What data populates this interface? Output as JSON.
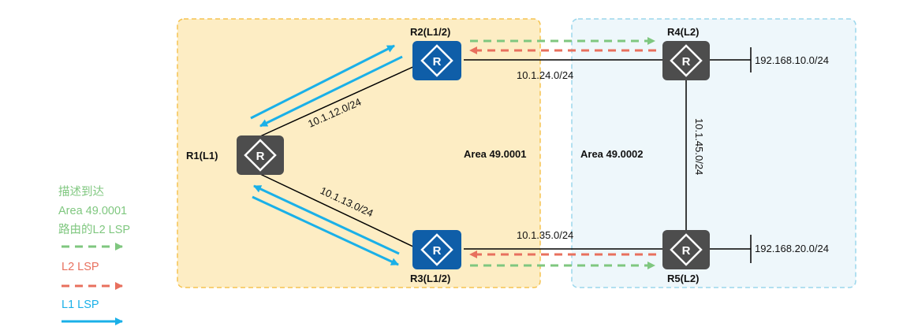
{
  "areas": [
    {
      "id": "area1",
      "label": "Area 49.0001",
      "fill": "#fdedc4",
      "stroke": "#f5c351"
    },
    {
      "id": "area2",
      "label": "Area 49.0002",
      "fill": "#eef7fb",
      "stroke": "#9bd7ec"
    }
  ],
  "routers": [
    {
      "id": "r1",
      "label": "R1(L1)",
      "color": "#4d4d4d"
    },
    {
      "id": "r2",
      "label": "R2(L1/2)",
      "color": "#0f5ea8"
    },
    {
      "id": "r3",
      "label": "R3(L1/2)",
      "color": "#0f5ea8"
    },
    {
      "id": "r4",
      "label": "R4(L2)",
      "color": "#4d4d4d"
    },
    {
      "id": "r5",
      "label": "R5(L2)",
      "color": "#4d4d4d"
    }
  ],
  "router_glyph": "R",
  "links": [
    {
      "from": "r1",
      "to": "r2",
      "subnet": "10.1.12.0/24"
    },
    {
      "from": "r1",
      "to": "r3",
      "subnet": "10.1.13.0/24"
    },
    {
      "from": "r2",
      "to": "r4",
      "subnet": "10.1.24.0/24"
    },
    {
      "from": "r3",
      "to": "r5",
      "subnet": "10.1.35.0/24"
    },
    {
      "from": "r4",
      "to": "r5",
      "subnet": "10.1.45.0/24"
    }
  ],
  "stub_networks": [
    {
      "router": "r4",
      "subnet": "192.168.10.0/24"
    },
    {
      "router": "r5",
      "subnet": "192.168.20.0/24"
    }
  ],
  "legend": [
    {
      "lines": [
        "描述到达",
        "Area 49.0001",
        "路由的L2 LSP"
      ],
      "color": "#7fc77f",
      "style": "dashed",
      "text_color": "#7fc77f"
    },
    {
      "lines": [
        "L2 LSP"
      ],
      "color": "#e8705e",
      "style": "dashed",
      "text_color": "#e8705e"
    },
    {
      "lines": [
        "L1 LSP"
      ],
      "color": "#1ab0e8",
      "style": "solid",
      "text_color": "#1ab0e8"
    }
  ],
  "colors": {
    "l1_lsp": "#1ab0e8",
    "l2_lsp": "#e8705e",
    "l2_area_route_lsp": "#7fc77f",
    "link": "#000000"
  }
}
